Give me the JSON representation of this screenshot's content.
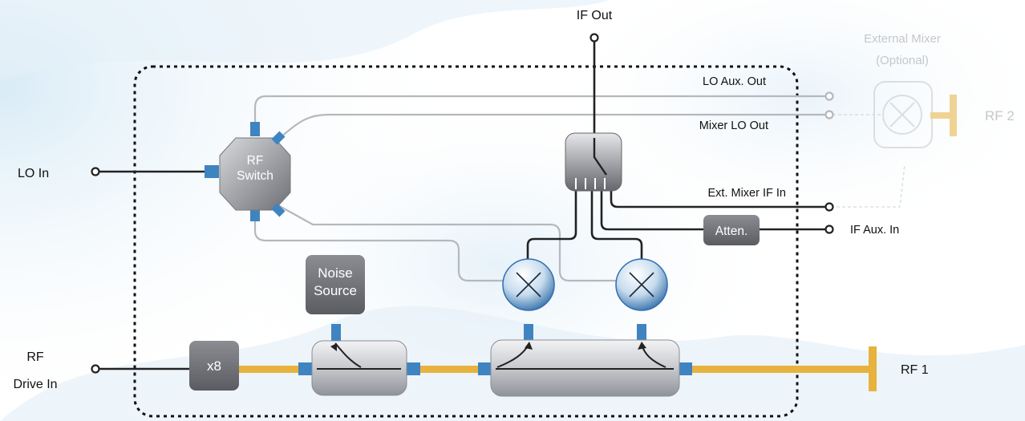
{
  "ports": {
    "if_out": "IF Out",
    "lo_in": "LO In",
    "rf_drive_in_line1": "RF",
    "rf_drive_in_line2": "Drive In",
    "rf1": "RF 1",
    "rf2": "RF 2",
    "lo_aux_out": "LO Aux. Out",
    "mixer_lo_out": "Mixer LO Out",
    "ext_mixer_if_in": "Ext. Mixer IF In",
    "if_aux_in": "IF Aux. In"
  },
  "external_mixer": {
    "line1": "External Mixer",
    "line2": "(Optional)"
  },
  "blocks": {
    "rf_switch_line1": "RF",
    "rf_switch_line2": "Switch",
    "noise_line1": "Noise",
    "noise_line2": "Source",
    "multiplier": "x8",
    "atten": "Atten."
  },
  "colors": {
    "rf_path": "#e8b23e",
    "connector": "#3f84c0",
    "block_gray": "#6f7178",
    "mixer_blue": "#2f6fb2",
    "wire_dark": "#222222",
    "wire_light": "#b5b8bc",
    "boundary": "#111111"
  }
}
